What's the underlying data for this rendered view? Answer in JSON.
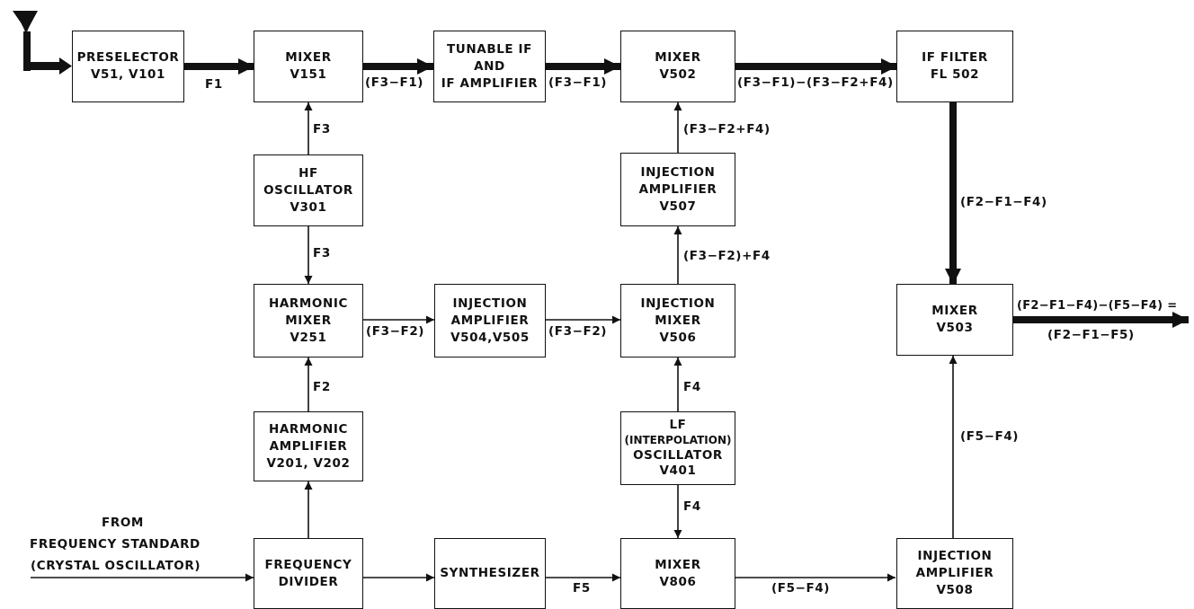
{
  "blocks": {
    "preselector": {
      "lines": [
        "PRESELECTOR",
        "V51, V101"
      ]
    },
    "mixer_v151": {
      "lines": [
        "MIXER",
        "V151"
      ]
    },
    "tunable_if": {
      "lines": [
        "TUNABLE IF",
        "AND",
        "IF AMPLIFIER"
      ]
    },
    "mixer_v502": {
      "lines": [
        "MIXER",
        "V502"
      ]
    },
    "if_filter": {
      "lines": [
        "IF FILTER",
        "FL 502"
      ]
    },
    "hf_oscillator": {
      "lines": [
        "HF",
        "OSCILLATOR",
        "V301"
      ]
    },
    "injection_amp_v507": {
      "lines": [
        "INJECTION",
        "AMPLIFIER",
        "V507"
      ]
    },
    "harmonic_mixer": {
      "lines": [
        "HARMONIC",
        "MIXER",
        "V251"
      ]
    },
    "injection_amp_v504": {
      "lines": [
        "INJECTION",
        "AMPLIFIER",
        "V504,V505"
      ]
    },
    "injection_mixer": {
      "lines": [
        "INJECTION",
        "MIXER",
        "V506"
      ]
    },
    "mixer_v503": {
      "lines": [
        "MIXER",
        "V503"
      ]
    },
    "harmonic_amp": {
      "lines": [
        "HARMONIC",
        "AMPLIFIER",
        "V201, V202"
      ]
    },
    "lf_oscillator": {
      "lines": [
        "LF",
        "(INTERPOLATION)",
        "OSCILLATOR",
        "V401"
      ]
    },
    "frequency_divider": {
      "lines": [
        "FREQUENCY",
        "DIVIDER"
      ]
    },
    "synthesizer": {
      "lines": [
        "SYNTHESIZER"
      ]
    },
    "mixer_v806": {
      "lines": [
        "MIXER",
        "V806"
      ]
    },
    "injection_amp_v508": {
      "lines": [
        "INJECTION",
        "AMPLIFIER",
        "V508"
      ]
    }
  },
  "labels": {
    "f1": "F1",
    "f3_f1_a": "(F3−F1)",
    "f3_f1_b": "(F3−F1)",
    "out_v502": "(F3−F1)−(F3−F2+F4)",
    "f3_a": "F3",
    "f3_b": "F3",
    "f3_f2_f4": "(F3−F2+F4)",
    "f2_f1_f4": "(F2−F1−F4)",
    "f3_f2_plus_f4": "(F3−F2)+F4",
    "f3_f2_a": "(F3−F2)",
    "f3_f2_b": "(F3−F2)",
    "out_line1": "(F2−F1−F4)−(F5−F4) =",
    "out_line2": "(F2−F1−F5)",
    "f2": "F2",
    "f4_a": "F4",
    "f4_b": "F4",
    "f5_f4_right": "(F5−F4)",
    "f5": "F5",
    "f5_f4_bottom": "(F5−F4)",
    "from_1": "FROM",
    "from_2": "FREQUENCY STANDARD",
    "from_3": "(CRYSTAL OSCILLATOR)"
  }
}
